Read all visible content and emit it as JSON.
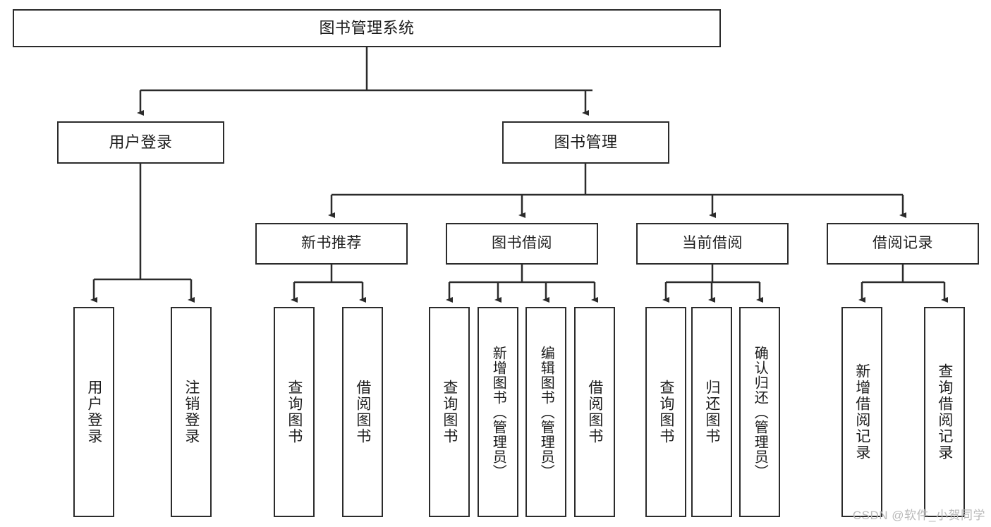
{
  "diagram": {
    "title": "图书管理系统",
    "type": "tree-hierarchy-diagram",
    "colors": {
      "box_border": "#2b2b2b",
      "box_fill": "#ffffff",
      "edge": "#2b2b2b",
      "text": "#1c1c1c",
      "watermark": "#b9b9b9"
    },
    "root": {
      "label": "图书管理系统"
    },
    "level2": [
      {
        "label": "用户登录"
      },
      {
        "label": "图书管理"
      }
    ],
    "level3": [
      {
        "label": "新书推荐"
      },
      {
        "label": "图书借阅"
      },
      {
        "label": "当前借阅"
      },
      {
        "label": "借阅记录"
      }
    ],
    "leaves": {
      "user_login": [
        {
          "label": "用户登录"
        },
        {
          "label": "注销登录"
        }
      ],
      "new_book_recommend": [
        {
          "label": "查询图书"
        },
        {
          "label": "借阅图书"
        }
      ],
      "book_borrow": [
        {
          "label": "查询图书"
        },
        {
          "label": "新增图书（管理员）"
        },
        {
          "label": "编辑图书（管理员）"
        },
        {
          "label": "借阅图书"
        }
      ],
      "current_borrow": [
        {
          "label": "查询图书"
        },
        {
          "label": "归还图书"
        },
        {
          "label": "确认归还（管理员）"
        }
      ],
      "borrow_record": [
        {
          "label": "新增借阅记录"
        },
        {
          "label": "查询借阅记录"
        }
      ]
    }
  },
  "watermark": {
    "text": "CSDN @软件_小贺同学"
  }
}
